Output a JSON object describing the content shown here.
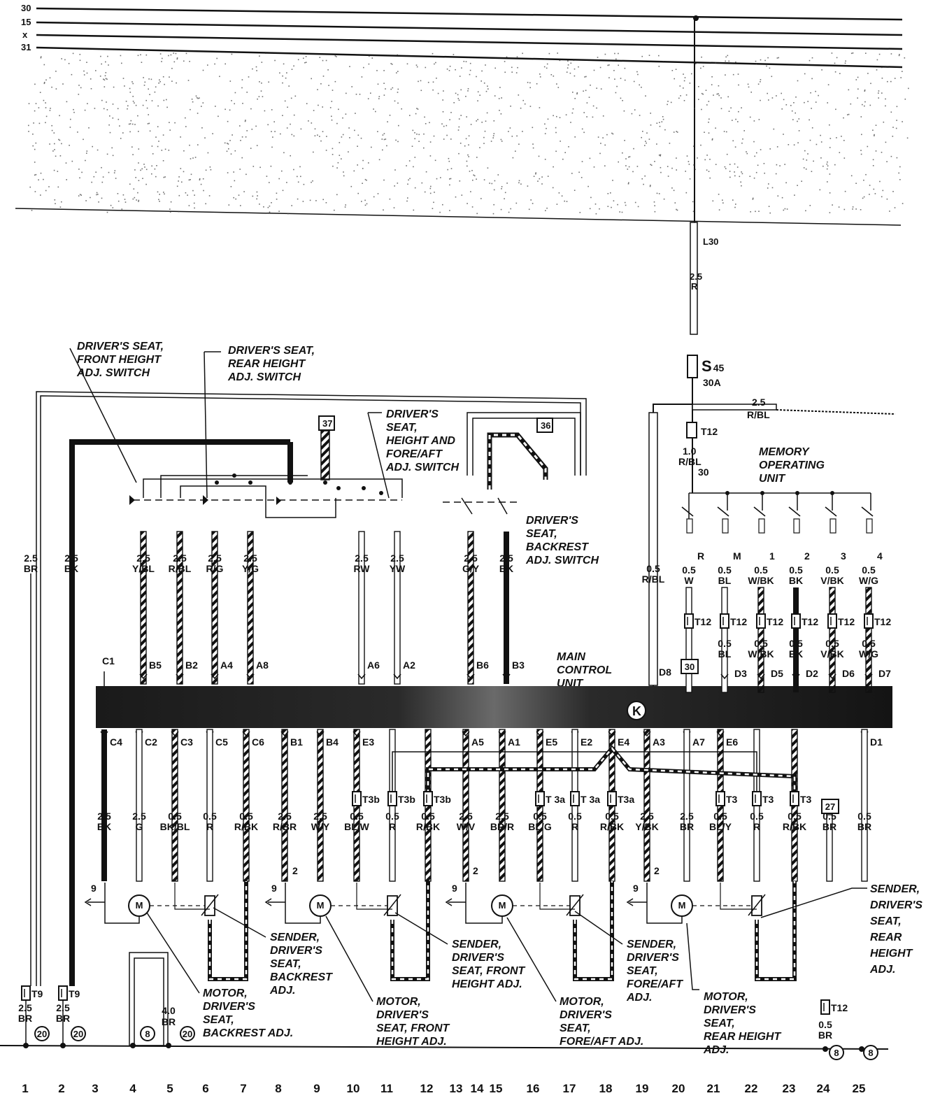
{
  "rails": [
    {
      "label": "30"
    },
    {
      "label": "15"
    },
    {
      "label": "x"
    },
    {
      "label": "31"
    }
  ],
  "fuse": {
    "id_letter": "S",
    "id_number": "45",
    "rating": "30A",
    "feed_label": "L30",
    "feed_gauge": "2.5",
    "feed_color": "R"
  },
  "branch_wire": {
    "gauge": "2.5",
    "color": "R/BL"
  },
  "memory_feed": {
    "connector": "T12",
    "gauge": "1.0",
    "color": "R/BL",
    "pin": "30"
  },
  "component_labels": {
    "front_height_switch": [
      "DRIVER'S SEAT,",
      "FRONT HEIGHT",
      "ADJ. SWITCH"
    ],
    "rear_height_switch": [
      "DRIVER'S SEAT,",
      "REAR HEIGHT",
      "ADJ. SWITCH"
    ],
    "height_foreaft_switch": [
      "DRIVER'S",
      "SEAT,",
      "HEIGHT AND",
      "FORE/AFT",
      "ADJ. SWITCH"
    ],
    "backrest_switch": [
      "DRIVER'S",
      "SEAT,",
      "BACKREST",
      "ADJ. SWITCH"
    ],
    "memory_unit": [
      "MEMORY",
      "OPERATING",
      "UNIT"
    ],
    "main_control_unit": [
      "MAIN",
      "CONTROL",
      "UNIT"
    ],
    "main_control_badge": "K",
    "sender_backrest": [
      "SENDER,",
      "DRIVER'S",
      "SEAT,",
      "BACKREST",
      "ADJ."
    ],
    "sender_front_height": [
      "SENDER,",
      "DRIVER'S",
      "SEAT, FRONT",
      "HEIGHT ADJ."
    ],
    "sender_foreaft": [
      "SENDER,",
      "DRIVER'S",
      "SEAT,",
      "FORE/AFT",
      "ADJ."
    ],
    "sender_rear_height": [
      "SENDER,",
      "DRIVER'S",
      "SEAT,",
      "REAR",
      "HEIGHT",
      "ADJ."
    ],
    "motor_backrest": [
      "MOTOR,",
      "DRIVER'S",
      "SEAT,",
      "BACKREST ADJ."
    ],
    "motor_front_height": [
      "MOTOR,",
      "DRIVER'S",
      "SEAT, FRONT",
      "HEIGHT ADJ."
    ],
    "motor_foreaft": [
      "MOTOR,",
      "DRIVER'S",
      "SEAT,",
      "FORE/AFT ADJ."
    ],
    "motor_rear_height": [
      "MOTOR,",
      "DRIVER'S",
      "SEAT,",
      "REAR HEIGHT",
      "ADJ."
    ]
  },
  "reference_boxes": [
    "37",
    "36",
    "30",
    "27"
  ],
  "upper_wires": [
    {
      "gauge": "2.5",
      "color": "BR"
    },
    {
      "gauge": "2.5",
      "color": "BK"
    },
    {
      "gauge": "2.5",
      "color": "Y/BL",
      "pin": "B5"
    },
    {
      "gauge": "2.5",
      "color": "R/BL",
      "pin": "B2"
    },
    {
      "gauge": "2.5",
      "color": "R/G",
      "pin": "A4"
    },
    {
      "gauge": "2.5",
      "color": "Y/G",
      "pin": "A8"
    },
    {
      "gauge": "2.5",
      "color": "RW",
      "pin": "A6"
    },
    {
      "gauge": "2.5",
      "color": "YW",
      "pin": "A2"
    },
    {
      "gauge": "2.5",
      "color": "G/Y",
      "pin": "B6"
    },
    {
      "gauge": "2.5",
      "color": "BK",
      "pin": "B3"
    },
    {
      "gauge": "0.5",
      "color": "R/BL",
      "pin": "D8"
    }
  ],
  "memory_wires": [
    {
      "key": "R",
      "gauge": "0.5",
      "color": "W",
      "connector": "T12",
      "box": "30"
    },
    {
      "key": "M",
      "gauge": "0.5",
      "color": "BL",
      "connector": "T12",
      "gauge2": "0.5",
      "color2": "BL",
      "pin": "D3"
    },
    {
      "key": "1",
      "gauge": "0.5",
      "color": "W/BK",
      "connector": "T12",
      "gauge2": "0.5",
      "color2": "W/BK",
      "pin": "D5"
    },
    {
      "key": "2",
      "gauge": "0.5",
      "color": "BK",
      "connector": "T12",
      "gauge2": "0.5",
      "color2": "BK",
      "pin": "D2"
    },
    {
      "key": "3",
      "gauge": "0.5",
      "color": "V/BK",
      "connector": "T12",
      "gauge2": "0.5",
      "color2": "V/BK",
      "pin": "D6"
    },
    {
      "key": "4",
      "gauge": "0.5",
      "color": "W/G",
      "connector": "T12",
      "gauge2": "0.5",
      "color2": "W/G",
      "pin": "D7"
    }
  ],
  "top_pin_extra": "C1",
  "lower_pins": [
    "C4",
    "C2",
    "C3",
    "C5",
    "C6",
    "B1",
    "B4",
    "E3",
    "A5",
    "A1",
    "E5",
    "E2",
    "E4",
    "A3",
    "A7",
    "E6",
    "D1"
  ],
  "connectors_lower": [
    "T3b",
    "T3b",
    "T3b",
    "T 3a",
    "T 3a",
    "T3a",
    "T3",
    "T3",
    "T3"
  ],
  "lower_wires": [
    {
      "gauge": "2.5",
      "color": "BK"
    },
    {
      "gauge": "2.5",
      "color": "G"
    },
    {
      "gauge": "0.5",
      "color": "BK/BL"
    },
    {
      "gauge": "0.5",
      "color": "R"
    },
    {
      "gauge": "0.5",
      "color": "R/BK"
    },
    {
      "gauge": "2.5",
      "color": "R/BR"
    },
    {
      "gauge": "2.5",
      "color": "W/Y"
    },
    {
      "gauge": "0.5",
      "color": "BL/W"
    },
    {
      "gauge": "0.5",
      "color": "R"
    },
    {
      "gauge": "0.5",
      "color": "R/BK"
    },
    {
      "gauge": "2.5",
      "color": "W/V"
    },
    {
      "gauge": "2.5",
      "color": "BR/R"
    },
    {
      "gauge": "0.5",
      "color": "BL/G"
    },
    {
      "gauge": "0.5",
      "color": "R"
    },
    {
      "gauge": "0.5",
      "color": "R/BK"
    },
    {
      "gauge": "2.5",
      "color": "Y/BK"
    },
    {
      "gauge": "2.5",
      "color": "BR"
    },
    {
      "gauge": "0.5",
      "color": "BL/Y"
    },
    {
      "gauge": "0.5",
      "color": "R"
    },
    {
      "gauge": "0.5",
      "color": "R/BK"
    },
    {
      "gauge": "0.5",
      "color": "BR"
    },
    {
      "gauge": "0.5",
      "color": "BR"
    }
  ],
  "bottom": {
    "t9_left": {
      "connector": "T9",
      "gauge": "2.5",
      "color": "BR",
      "circle": "20"
    },
    "t9_right": {
      "connector": "T9",
      "gauge": "2.5",
      "color": "BR",
      "circle": "20"
    },
    "ground_circle": "8",
    "col5": {
      "gauge": "4.0",
      "color": "BR",
      "circle": "20"
    },
    "t12": {
      "connector": "T12",
      "gauge": "0.5",
      "color": "BR",
      "circle": "8"
    },
    "col25_circle": "8"
  },
  "motor_symbol": "M",
  "sender_pin_labels": [
    "9",
    "2"
  ],
  "column_numbers": [
    "1",
    "2",
    "3",
    "4",
    "5",
    "6",
    "7",
    "8",
    "9",
    "10",
    "11",
    "12",
    "13",
    "14",
    "15",
    "16",
    "17",
    "18",
    "19",
    "20",
    "21",
    "22",
    "23",
    "24",
    "25"
  ]
}
